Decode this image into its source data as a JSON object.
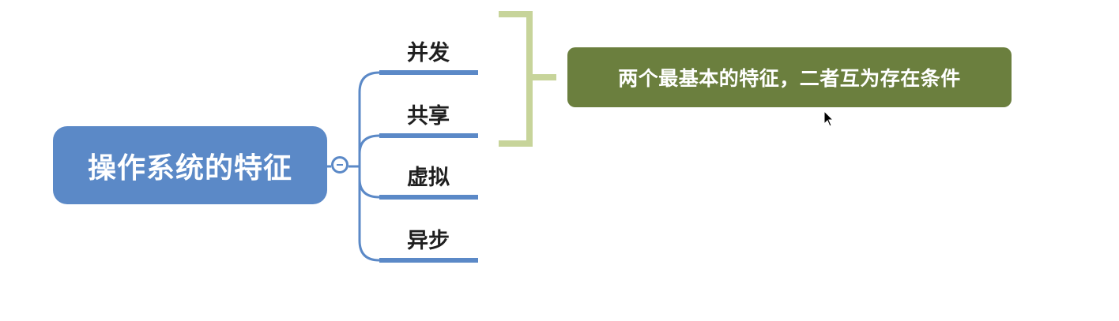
{
  "root": {
    "label": "操作系统的特征"
  },
  "children": [
    {
      "label": "并发"
    },
    {
      "label": "共享"
    },
    {
      "label": "虚拟"
    },
    {
      "label": "异步"
    }
  ],
  "summary": {
    "label": "两个最基本的特征，二者互为存在条件",
    "groups_children": [
      "并发",
      "共享"
    ]
  },
  "colors": {
    "root_fill": "#5b89c7",
    "branch_line": "#5b89c7",
    "bracket": "#c7d49a",
    "summary_fill": "#6b7f3e"
  },
  "icons": {
    "toggle": "collapse-minus-icon",
    "cursor": "mouse-pointer-icon"
  }
}
